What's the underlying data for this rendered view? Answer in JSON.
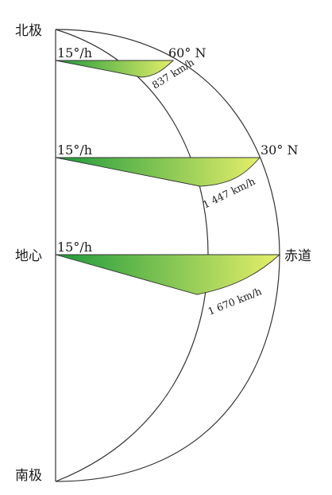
{
  "labels": {
    "north_pole": "北极",
    "earth_center": "地心",
    "south_pole": "南极",
    "equator": "赤道",
    "lat_60": "60° N",
    "lat_30": "30° N"
  },
  "angular_speeds": {
    "at_60": "15°/h",
    "at_30": "15°/h",
    "at_equator": "15°/h"
  },
  "linear_speeds": {
    "at_60": "837 km/h",
    "at_30": "1 447 km/h",
    "at_equator": "1 670 km/h"
  },
  "colors": {
    "gradient_dark": "#1e9a3c",
    "gradient_light": "#e6ef6a",
    "line": "#333333"
  }
}
